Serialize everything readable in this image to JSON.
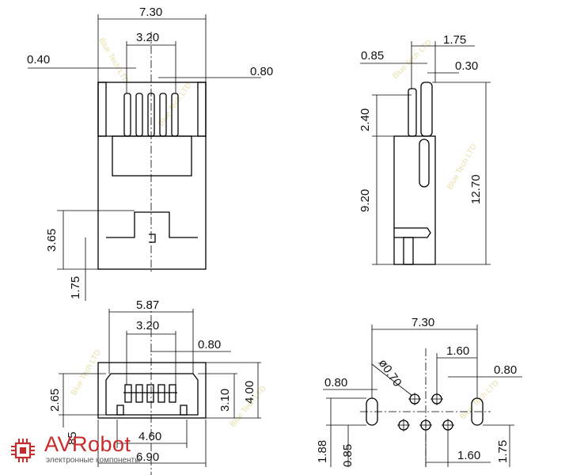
{
  "dims": {
    "top_left": {
      "overall_width": "7.30",
      "pin_span": "3.20",
      "pin_width": "0.40",
      "pin_pitch": "0.80",
      "body_offset": "3.65",
      "post_length": "1.75"
    },
    "top_right": {
      "width_a": "1.75",
      "pin_width": "0.85",
      "pin_thick": "0.30",
      "pin_height": "2.40",
      "body_height": "9.20",
      "overall_height": "12.70"
    },
    "bottom_left": {
      "opening_width": "5.87",
      "pin_span": "3.20",
      "pin_pitch": "0.80",
      "height_a": "2.65",
      "opening_height": "3.10",
      "overall_height": "4.00",
      "inner_width": "4.60",
      "outer_width": "6.90",
      "partial_dim": "85"
    },
    "bottom_right": {
      "overall_width": "7.30",
      "hole_diameter": "ø0.70",
      "pitch_x": "1.60",
      "pad_pitch": "0.80",
      "slot_width": "0.80",
      "row_offset": "1.88",
      "slot_height": "0.85",
      "pitch_x_lower": "1.60",
      "row_offset_right": "1.75"
    }
  },
  "watermark": "Blue Tech LTD",
  "logo": {
    "name": "AVRobot",
    "tagline": "электронные компоненты",
    "color": "#c92a2a"
  }
}
